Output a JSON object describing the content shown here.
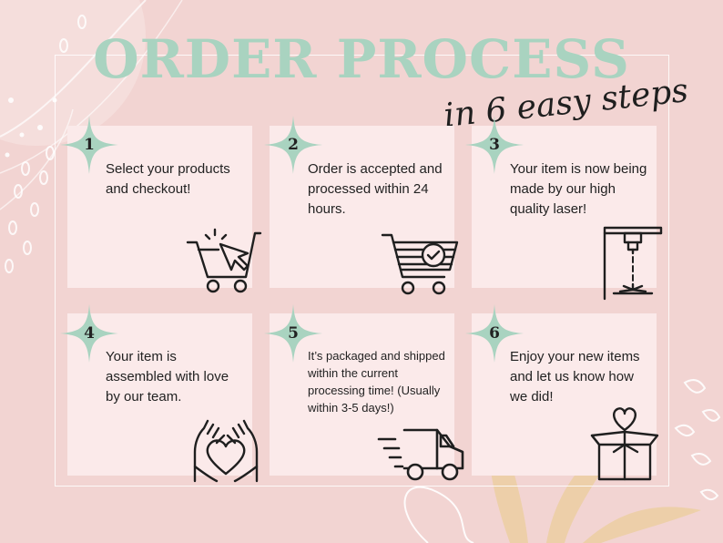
{
  "title": "ORDER PROCESS",
  "subtitle": "in 6 easy steps",
  "colors": {
    "background": "#f2d4d2",
    "card": "#fbeaea",
    "accent_mint": "#a9d3c0",
    "line": "#1f1f1f"
  },
  "steps": [
    {
      "number": "1",
      "text": "Select your products and checkout!",
      "icon": "shopping-cart-cursor-icon"
    },
    {
      "number": "2",
      "text": "Order is accepted and processed within 24 hours.",
      "icon": "shopping-cart-check-icon"
    },
    {
      "number": "3",
      "text": "Your item is now being made by our high quality laser!",
      "icon": "laser-machine-icon"
    },
    {
      "number": "4",
      "text": "Your item is assembled with love by our team.",
      "icon": "hands-heart-icon"
    },
    {
      "number": "5",
      "text": "It’s packaged and shipped within the current processing time! (Usually within 3-5 days!)",
      "icon": "delivery-truck-icon"
    },
    {
      "number": "6",
      "text": "Enjoy your new items and let us know how we did!",
      "icon": "gift-box-heart-icon"
    }
  ]
}
